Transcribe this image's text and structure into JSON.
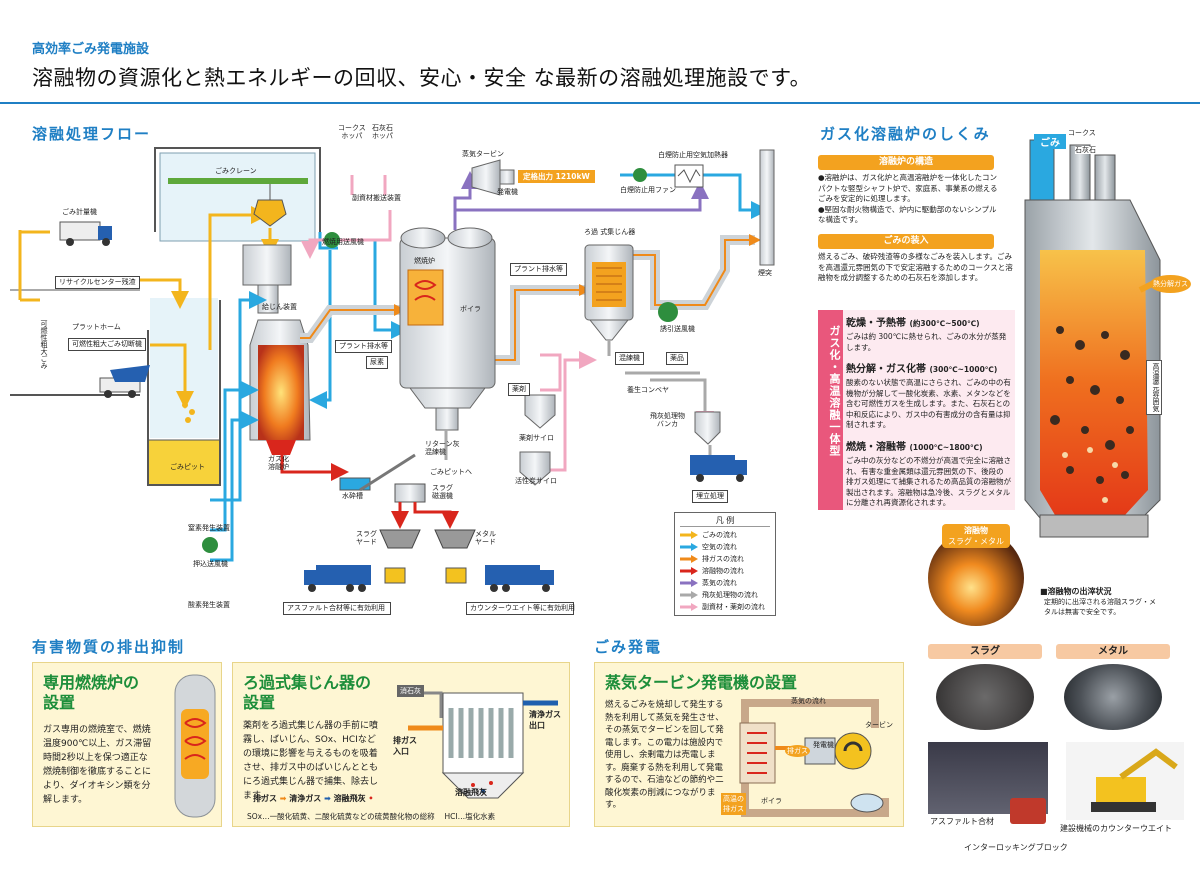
{
  "header": {
    "subtitle": "高効率ごみ発電施設",
    "title": "溶融物の資源化と熱エネルギーの回収、安心・安全 な最新の溶融処理施設です。"
  },
  "flow": {
    "section_title": "溶融処理フロー",
    "labels": {
      "coke_hopper": "コークス\nホッパ",
      "lime_hopper": "石灰石\nホッパ",
      "aux_conveyor": "副資材搬送装置",
      "garbage_crane": "ごみクレーン",
      "weighbridge": "ごみ計量機",
      "recycle_center": "リサイクルセンター残渣",
      "platform": "プラットホーム",
      "combustible_bulky": "可燃性粗大ごみ",
      "bulky_cutter": "可燃性粗大ごみ切断機",
      "garbage_pit": "ごみピット",
      "combustion_fan": "燃焼用送風機",
      "feeder": "給じん装置",
      "melting_furnace": "ガス化\n溶融炉",
      "water_trough": "水砕槽",
      "nitrogen_gen": "窒素発生装置",
      "push_fan": "押込送風機",
      "oxygen_gen": "酸素発生装置",
      "steam_turbine": "蒸気タービン",
      "generator": "発電機",
      "rated_output": "定格出力 1210kW",
      "white_smoke_heater": "白煙防止用空気加熱器",
      "white_smoke_fan": "白煙防止用ファン",
      "plant_drain_1": "プラント排水等",
      "combustor": "燃焼炉",
      "boiler": "ボイラ",
      "plant_drain_2": "プラント排水等",
      "slaked_lime": "尿素",
      "bag_filter": "ろ過 式集じん器",
      "stack": "煙突",
      "induced_fan": "誘引送風機",
      "mixer": "混練機",
      "chemicals": "薬品",
      "reagent": "薬剤",
      "reagent_silo": "薬剤サイロ",
      "lime_silo": "活性炭サイロ",
      "return_ash": "リターン灰\n混練機",
      "to_pit": "ごみピットへ",
      "ash_conveyor": "養生コンベヤ",
      "fly_ash_bunker": "飛灰処理物\nバンカ",
      "landfill": "埋立処理",
      "slag_mag": "スラグ\n磁選機",
      "slag_yard": "スラグ\nヤード",
      "metal_yard": "メタル\nヤード",
      "asphalt_use": "アスファルト合材等に有効利用",
      "counterweight_use": "カウンターウエイト等に有効利用"
    }
  },
  "legend": {
    "title": "凡 例",
    "items": [
      {
        "label": "ごみの流れ",
        "color": "#f3b51d"
      },
      {
        "label": "空気の流れ",
        "color": "#2aa8e0"
      },
      {
        "label": "排ガスの流れ",
        "color": "#ef8a1a"
      },
      {
        "label": "溶融物の流れ",
        "color": "#d9261c"
      },
      {
        "label": "蒸気の流れ",
        "color": "#8a72c0"
      },
      {
        "label": "飛灰処理物の流れ",
        "color": "#a9a9a9"
      },
      {
        "label": "副資材・薬剤の流れ",
        "color": "#f1a7c0"
      }
    ]
  },
  "gasification": {
    "section_title": "ガス化溶融炉のしくみ",
    "structure_head": "溶融炉の構造",
    "structure_items": [
      "●溶融炉は、ガス化炉と高温溶融炉を一体化したコンパクトな竪型シャフト炉で、家庭系、事業系の燃えるごみを安定的に処理します。",
      "●堅固な耐火物構造で、炉内に駆動部のないシンプルな構造です。"
    ],
    "charge_head": "ごみの装入",
    "charge_text": "燃えるごみ、破砕残渣等の多様なごみを装入します。ごみを高温還元雰囲気の下で安定溶融するためのコークスと溶融物を成分調整するための石灰石を添加します。",
    "vertical_label": "ガス化・高温溶融一体型",
    "furnace_labels": {
      "garbage": "ごみ",
      "coke": "コークス",
      "limestone": "石灰石",
      "pyro_gas": "熱分解ガス",
      "reducing": "高温還元雰囲気"
    },
    "zones": [
      {
        "head": "乾燥・予熱帯",
        "range": "(約300℃~500℃)",
        "text": "ごみは約 300℃に熱せられ、ごみの水分が蒸発します。"
      },
      {
        "head": "熱分解・ガス化帯",
        "range": "(300℃~1000℃)",
        "text": "酸素のない状態で高温にさらされ、ごみの中の有機物が分解して一酸化炭素、水素、メタンなどを含む可燃性ガスを生成します。また、石灰石との中和反応により、ガス中の有害成分の含有量は抑制されます。"
      },
      {
        "head": "燃焼・溶融帯",
        "range": "(1000℃~1800℃)",
        "text": "ごみ中の灰分などの不燃分が高温で完全に溶融され、有害な重金属類は還元雰囲気の下、後段の排ガス処理にて捕集されるため高品質の溶融物が製出されます。溶融物は急冷後、スラグとメタルに分離され再資源化されます。"
      }
    ],
    "molten_badge": "溶融物",
    "molten_sub": "スラグ・メタル",
    "tapping_title": "■溶融物の出滓状況",
    "tapping_text": "定期的に出滓される溶融スラグ・メタルは無害で安全です。"
  },
  "harmful": {
    "section_title": "有害物質の排出抑制",
    "card1_title": "専用燃焼炉の\n設置",
    "card1_text": "ガス専用の燃焼室で、燃焼温度900℃以上、ガス滞留時間2秒以上を保つ適正な燃焼制御を徹底することにより、ダイオキシン類を分解します。",
    "card2_title": "ろ過式集じん器の\n設置",
    "card2_text": "薬剤をろ過式集じん器の手前に噴霧し、ばいじん、SOx、HCIなどの環境に影響を与えるものを吸着させ、排ガス中のばいじんとともにろ過式集じん器で捕集、除去します。",
    "slaked_lime_tag": "消石灰",
    "exhaust_in": "排ガス\n入口",
    "clean_out": "清浄ガス\n出口",
    "fly_ash": "溶融飛灰",
    "flow_exhaust": "排ガス",
    "flow_clean": "清浄ガス",
    "flow_flyash": "溶融飛灰",
    "footnote": "SOx…一酸化硫黄、二酸化硫黄などの硫黄酸化物の総称　 HCI…塩化水素"
  },
  "power": {
    "section_title": "ごみ発電",
    "card_title": "蒸気タービン発電機の設置",
    "card_text": "燃えるごみを焼却して発生する熱を利用して蒸気を発生させ、その蒸気でタービンを回して発電します。この電力は施設内で使用し、余剰電力は売電します。廃棄する熱を利用して発電するので、石油などの節約や二酸化炭素の削減につながります。",
    "steam_flow": "蒸気の流れ",
    "turbine": "タービン",
    "generator": "発電機",
    "exhaust": "排ガス",
    "boiler": "ボイラ",
    "hot_exhaust": "高温の\n排ガス"
  },
  "products": {
    "slag_label": "スラグ",
    "metal_label": "メタル",
    "asphalt": "アスファルト合材",
    "counterweight": "建設機械のカウンターウエイト",
    "block": "インターロッキングブロック"
  }
}
